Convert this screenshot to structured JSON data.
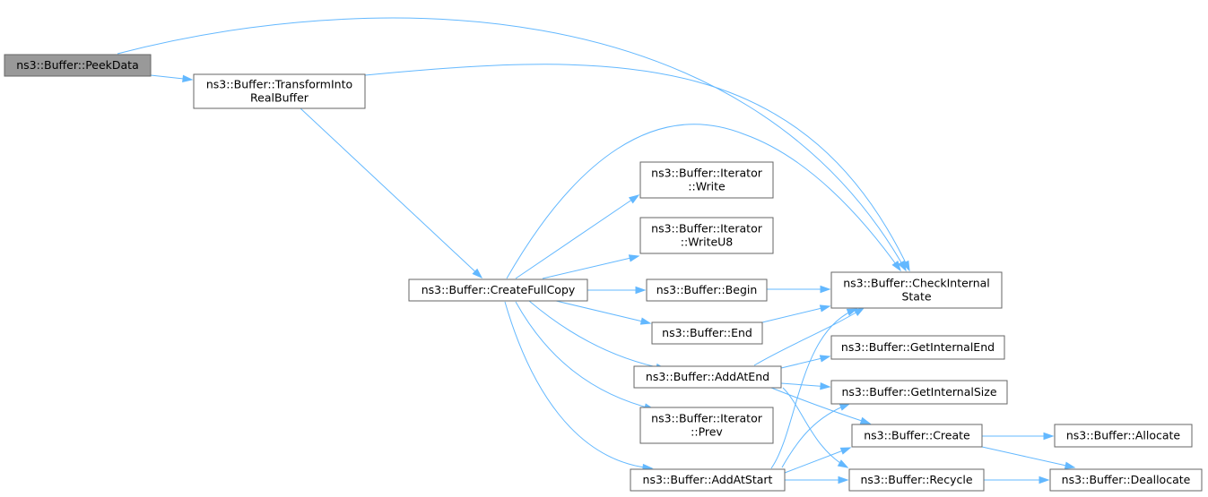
{
  "graph": {
    "nodes": {
      "peekdata": [
        "ns3::Buffer::PeekData"
      ],
      "transform": [
        "ns3::Buffer::TransformInto",
        "RealBuffer"
      ],
      "fullcopy": [
        "ns3::Buffer::CreateFullCopy"
      ],
      "itwrite": [
        "ns3::Buffer::Iterator",
        "::Write"
      ],
      "itwriteu8": [
        "ns3::Buffer::Iterator",
        "::WriteU8"
      ],
      "begin": [
        "ns3::Buffer::Begin"
      ],
      "end": [
        "ns3::Buffer::End"
      ],
      "addatend": [
        "ns3::Buffer::AddAtEnd"
      ],
      "itprev": [
        "ns3::Buffer::Iterator",
        "::Prev"
      ],
      "addatstart": [
        "ns3::Buffer::AddAtStart"
      ],
      "checkstate": [
        "ns3::Buffer::CheckInternal",
        "State"
      ],
      "getend": [
        "ns3::Buffer::GetInternalEnd"
      ],
      "getsize": [
        "ns3::Buffer::GetInternalSize"
      ],
      "create": [
        "ns3::Buffer::Create"
      ],
      "recycle": [
        "ns3::Buffer::Recycle"
      ],
      "allocate": [
        "ns3::Buffer::Allocate"
      ],
      "deallocate": [
        "ns3::Buffer::Deallocate"
      ]
    },
    "focus_node": "peekdata",
    "edges": [
      [
        "peekdata",
        "checkstate"
      ],
      [
        "peekdata",
        "transform"
      ],
      [
        "transform",
        "checkstate"
      ],
      [
        "transform",
        "fullcopy"
      ],
      [
        "fullcopy",
        "checkstate"
      ],
      [
        "fullcopy",
        "itwrite"
      ],
      [
        "fullcopy",
        "itwriteu8"
      ],
      [
        "fullcopy",
        "begin"
      ],
      [
        "fullcopy",
        "end"
      ],
      [
        "fullcopy",
        "addatend"
      ],
      [
        "fullcopy",
        "itprev"
      ],
      [
        "fullcopy",
        "addatstart"
      ],
      [
        "begin",
        "checkstate"
      ],
      [
        "end",
        "checkstate"
      ],
      [
        "addatend",
        "checkstate"
      ],
      [
        "addatend",
        "getend"
      ],
      [
        "addatend",
        "getsize"
      ],
      [
        "addatend",
        "create"
      ],
      [
        "addatend",
        "recycle"
      ],
      [
        "addatstart",
        "checkstate"
      ],
      [
        "addatstart",
        "getsize"
      ],
      [
        "addatstart",
        "create"
      ],
      [
        "addatstart",
        "recycle"
      ],
      [
        "create",
        "allocate"
      ],
      [
        "create",
        "deallocate"
      ],
      [
        "recycle",
        "deallocate"
      ]
    ],
    "colors": {
      "edge": "#63b8ff",
      "node_border": "#666666",
      "node_fill": "#ffffff",
      "focus_fill": "#999999",
      "text": "#000000"
    }
  }
}
